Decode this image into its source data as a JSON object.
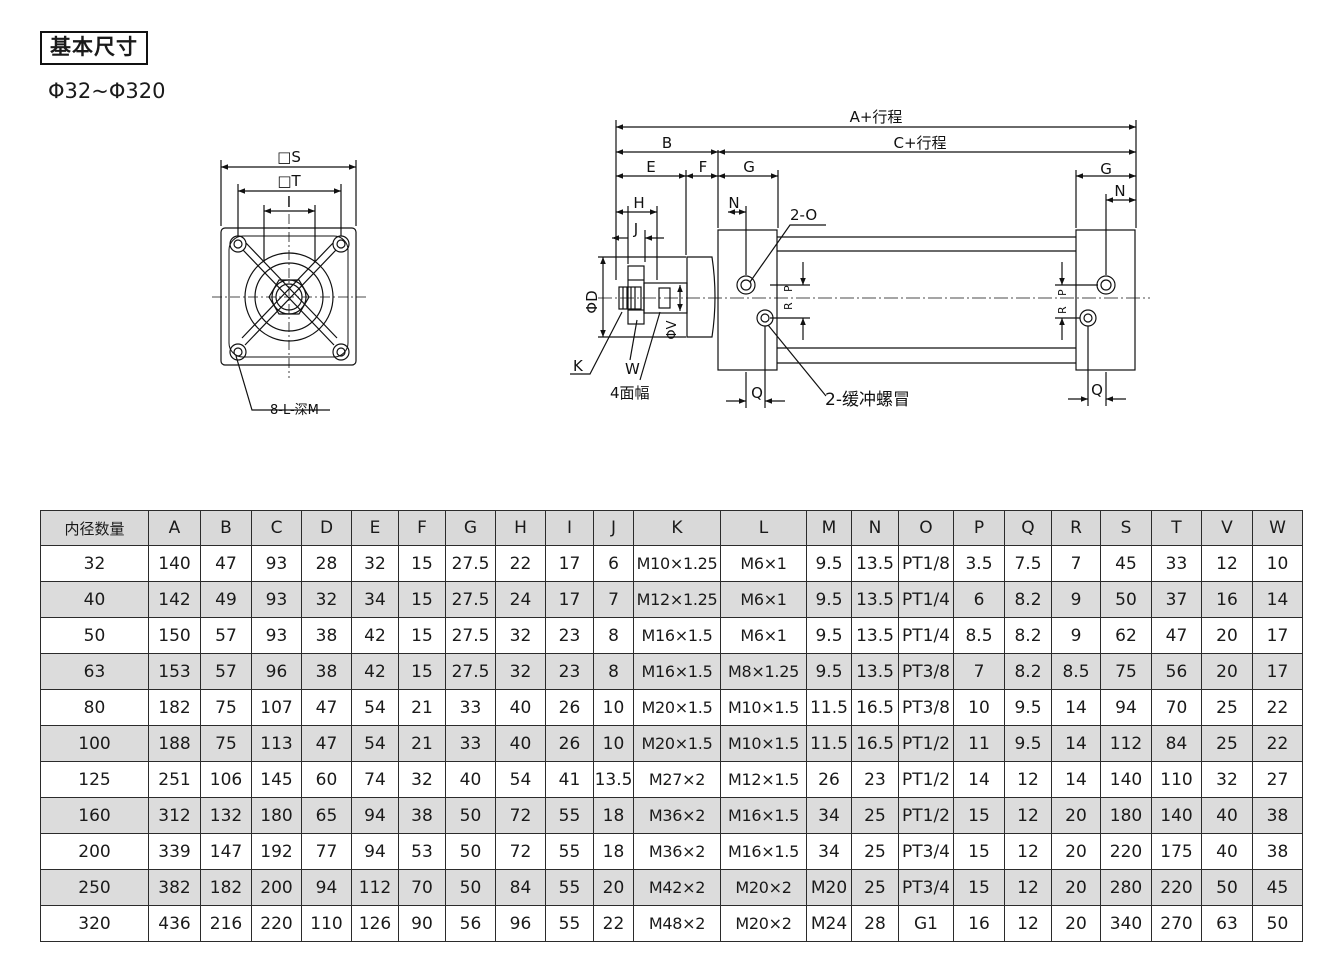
{
  "section_title": "基本尺寸",
  "bore_range": "Φ32~Φ320",
  "front_view": {
    "label_s": "□S",
    "label_t": "□T",
    "label_i": "I",
    "label_mount": "8-L-深M"
  },
  "side_view": {
    "label_a": "A+行程",
    "label_b": "B",
    "label_c": "C+行程",
    "label_e": "E",
    "label_f": "F",
    "label_g_left": "G",
    "label_g_right": "G",
    "label_h": "H",
    "label_j": "J",
    "label_n_left": "N",
    "label_n_right": "N",
    "label_o": "2-O",
    "label_d": "ΦD",
    "label_v": "ΦV",
    "label_k": "K",
    "label_w": "W",
    "label_flats": "4面幅",
    "label_q_left": "Q",
    "label_q_right": "Q",
    "label_cushion": "2-缓冲螺冒",
    "label_r_left": "R",
    "label_p_left": "P",
    "label_r_right": "R",
    "label_p_right": "P"
  },
  "table": {
    "headers": [
      "内径数量",
      "A",
      "B",
      "C",
      "D",
      "E",
      "F",
      "G",
      "H",
      "I",
      "J",
      "K",
      "L",
      "M",
      "N",
      "O",
      "P",
      "Q",
      "R",
      "S",
      "T",
      "V",
      "W"
    ],
    "rows": [
      [
        "32",
        "140",
        "47",
        "93",
        "28",
        "32",
        "15",
        "27.5",
        "22",
        "17",
        "6",
        "M10×1.25",
        "M6×1",
        "9.5",
        "13.5",
        "PT1/8",
        "3.5",
        "7.5",
        "7",
        "45",
        "33",
        "12",
        "10"
      ],
      [
        "40",
        "142",
        "49",
        "93",
        "32",
        "34",
        "15",
        "27.5",
        "24",
        "17",
        "7",
        "M12×1.25",
        "M6×1",
        "9.5",
        "13.5",
        "PT1/4",
        "6",
        "8.2",
        "9",
        "50",
        "37",
        "16",
        "14"
      ],
      [
        "50",
        "150",
        "57",
        "93",
        "38",
        "42",
        "15",
        "27.5",
        "32",
        "23",
        "8",
        "M16×1.5",
        "M6×1",
        "9.5",
        "13.5",
        "PT1/4",
        "8.5",
        "8.2",
        "9",
        "62",
        "47",
        "20",
        "17"
      ],
      [
        "63",
        "153",
        "57",
        "96",
        "38",
        "42",
        "15",
        "27.5",
        "32",
        "23",
        "8",
        "M16×1.5",
        "M8×1.25",
        "9.5",
        "13.5",
        "PT3/8",
        "7",
        "8.2",
        "8.5",
        "75",
        "56",
        "20",
        "17"
      ],
      [
        "80",
        "182",
        "75",
        "107",
        "47",
        "54",
        "21",
        "33",
        "40",
        "26",
        "10",
        "M20×1.5",
        "M10×1.5",
        "11.5",
        "16.5",
        "PT3/8",
        "10",
        "9.5",
        "14",
        "94",
        "70",
        "25",
        "22"
      ],
      [
        "100",
        "188",
        "75",
        "113",
        "47",
        "54",
        "21",
        "33",
        "40",
        "26",
        "10",
        "M20×1.5",
        "M10×1.5",
        "11.5",
        "16.5",
        "PT1/2",
        "11",
        "9.5",
        "14",
        "112",
        "84",
        "25",
        "22"
      ],
      [
        "125",
        "251",
        "106",
        "145",
        "60",
        "74",
        "32",
        "40",
        "54",
        "41",
        "13.5",
        "M27×2",
        "M12×1.5",
        "26",
        "23",
        "PT1/2",
        "14",
        "12",
        "14",
        "140",
        "110",
        "32",
        "27"
      ],
      [
        "160",
        "312",
        "132",
        "180",
        "65",
        "94",
        "38",
        "50",
        "72",
        "55",
        "18",
        "M36×2",
        "M16×1.5",
        "34",
        "25",
        "PT1/2",
        "15",
        "12",
        "20",
        "180",
        "140",
        "40",
        "38"
      ],
      [
        "200",
        "339",
        "147",
        "192",
        "77",
        "94",
        "53",
        "50",
        "72",
        "55",
        "18",
        "M36×2",
        "M16×1.5",
        "34",
        "25",
        "PT3/4",
        "15",
        "12",
        "20",
        "220",
        "175",
        "40",
        "38"
      ],
      [
        "250",
        "382",
        "182",
        "200",
        "94",
        "112",
        "70",
        "50",
        "84",
        "55",
        "20",
        "M42×2",
        "M20×2",
        "M20",
        "25",
        "PT3/4",
        "15",
        "12",
        "20",
        "280",
        "220",
        "50",
        "45"
      ],
      [
        "320",
        "436",
        "216",
        "220",
        "110",
        "126",
        "90",
        "56",
        "96",
        "55",
        "22",
        "M48×2",
        "M20×2",
        "M24",
        "28",
        "G1",
        "16",
        "12",
        "20",
        "340",
        "270",
        "63",
        "50"
      ]
    ]
  }
}
